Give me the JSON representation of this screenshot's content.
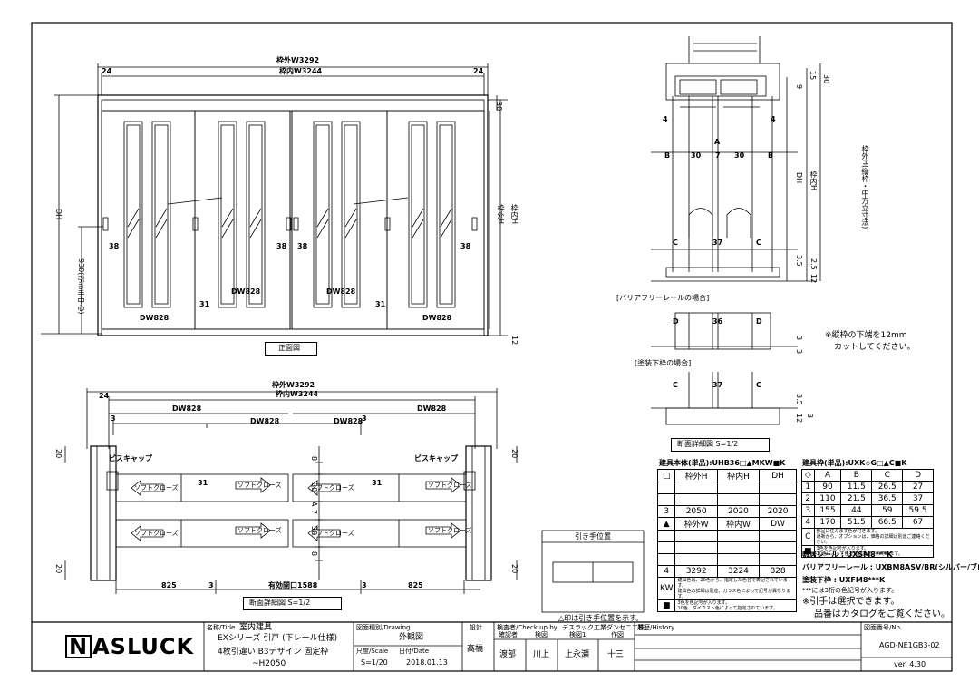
{
  "front": {
    "outer_w": "枠外W3292",
    "inner_w": "枠内W3244",
    "edge_left": "24",
    "edge_right": "24",
    "dim_30": "30",
    "dh": "DH",
    "dim_930": "930(引き手中心)",
    "outer_h": "枠外H",
    "inner_h": "枠内H",
    "dim_38a": "38",
    "dim_38b": "38",
    "dim_38c": "38",
    "dim_38d": "38",
    "dw1": "DW828",
    "dw2": "DW828",
    "dw3": "DW828",
    "dw4": "DW828",
    "dim_31a": "31",
    "dim_31b": "31",
    "dim_12": "12",
    "caption": "正面図"
  },
  "plan": {
    "outer_w": "枠外W3292",
    "inner_w": "枠内W3244",
    "edge_24": "24",
    "dim_3a": "3",
    "dim_3b": "3",
    "dw1": "DW828",
    "dw2": "DW828",
    "dw3": "DW828",
    "dw4": "DW828",
    "screw_cap_left": "ビスキャップ",
    "screw_cap_right": "ビスキャップ",
    "soft_close": "ソフトクローズ",
    "dim_31a": "31",
    "dim_31b": "31",
    "dim_20a": "20",
    "dim_20b": "20",
    "dim_20c": "20",
    "dim_20d": "20",
    "v_8a": "8",
    "v_30a": "30",
    "v_a": "A",
    "v_7": "7",
    "v_30b": "30",
    "v_8b": "8",
    "dim_825a": "825",
    "dim_825b": "825",
    "dim_3c": "3",
    "dim_3d": "3",
    "opening": "有効開口1588",
    "caption": "断面詳細図 S=1/2"
  },
  "handle_box": {
    "title": "引き手位置",
    "note": "△印は引き手位置を示す。"
  },
  "section": {
    "dim_4a": "4",
    "dim_4b": "4",
    "label_a": "A",
    "b_left": "B",
    "dim_30a": "30",
    "dim_7": "7",
    "dim_30b": "30",
    "b_right": "B",
    "dim_9": "9",
    "dim_15": "15",
    "dim_30c": "30",
    "dh": "DH",
    "inner_h": "枠内H",
    "outer_h": "枠外H(縦枠・中方立寸法)",
    "c_left": "C",
    "dim_37": "37",
    "c_right": "C",
    "dim_3_5": "3.5",
    "dim_2_5": "2.5",
    "dim_12": "12",
    "barrier_free_label": "[バリアフリーレールの場合]",
    "d_left": "D",
    "dim_36": "36",
    "d_right": "D",
    "dim_3b": "3",
    "dim_3c": "3",
    "note_line1": "※縦枠の下端を12mm",
    "note_line2": "カットしてください。",
    "painted_label": "[塗装下枠の場合]",
    "c2_left": "C",
    "dim_37b": "37",
    "c2_right": "C",
    "dim_3_5b": "3.5",
    "dim_12b": "12",
    "dim_3d": "3",
    "caption": "断面詳細図 S=1/2"
  },
  "spec_body": {
    "title": "建具本体(単品):UHB36□▲MKW■K",
    "headers": [
      "□",
      "枠外H",
      "枠内H",
      "DH"
    ],
    "row_3": [
      "3",
      "2050",
      "2020",
      "2020"
    ],
    "headers2": [
      "▲",
      "枠外W",
      "枠内W",
      "DW"
    ],
    "row_4": [
      "4",
      "3292",
      "3224",
      "828"
    ],
    "kw": "KW",
    "kw_note1": "建具色は、20色から、指定した色名で表記されています。",
    "kw_note2": "建具色の詳細は別途、ガラス色によって記号が異なります。",
    "sq_note1": "3色を色記号が入ります。",
    "sq_note2": "10色、ダイカスト色によって指定されています。"
  },
  "spec_frame": {
    "title": "建具枠(単品):UXK◇G□▲C■K",
    "headers": [
      "◇",
      "A",
      "B",
      "C",
      "D"
    ],
    "rows": [
      [
        "1",
        "90",
        "11.5",
        "26.5",
        "27"
      ],
      [
        "2",
        "110",
        "21.5",
        "36.5",
        "37"
      ],
      [
        "3",
        "155",
        "44",
        "59",
        "59.5"
      ],
      [
        "4",
        "170",
        "51.5",
        "66.5",
        "67"
      ]
    ],
    "c_label": "C",
    "c_note1": "部品に住みます色が付きます。",
    "c_note2": "通販から、オプションは、価格の詳細は別途ご連絡ください。",
    "sq_note1": "3色を色記号が入ります。",
    "sq_note2": "10色によって色記号が設定されています。",
    "rail_line": "敷居レール : UXSM8***K",
    "barrier_line": "バリアフリーレール : UXBM8ASV/BR(シルバー/ブロンズ)",
    "painted_line": "塗装下枠   : UXFM8***K",
    "asterisk_line": "***には3桁の色記号が入ります。",
    "handle_note": "※引手は選択できます。",
    "catalog_note": "品番はカタログをご覧ください。"
  },
  "title_block": {
    "logo": "ASLUCK",
    "logo_initial": "N",
    "name_label": "名称/Title",
    "name_line1": "室内建具",
    "name_line2": "EXシリーズ 引戸 (下レール仕様)",
    "name_line3": "4枚引違い B3デザイン 固定枠",
    "name_line4": "~H2050",
    "drawing_label": "図面種別/Drawing",
    "drawing_value": "外観図",
    "scale_label": "尺度/Scale",
    "scale_value": "S=1/20",
    "date_label": "日付/Date",
    "date_value": "2018.01.13",
    "design_label": "設計",
    "design_value": "高橋",
    "check_label": "検査者/Check up by",
    "check_note": "デスラック工業ダンセニエ株",
    "sign1_label": "確認者",
    "sign1_value": "渡部",
    "sign2_label": "検図",
    "sign2_value": "川上",
    "sign3_label": "検図1",
    "sign3_value": "上永瀬",
    "sign4_label": "作図",
    "sign4_value": "十三",
    "history_label": "履歴/History",
    "docno_label": "図面番号/No.",
    "docno_value": "AGD-NE1GB3-02",
    "version": "ver. 4.30"
  }
}
